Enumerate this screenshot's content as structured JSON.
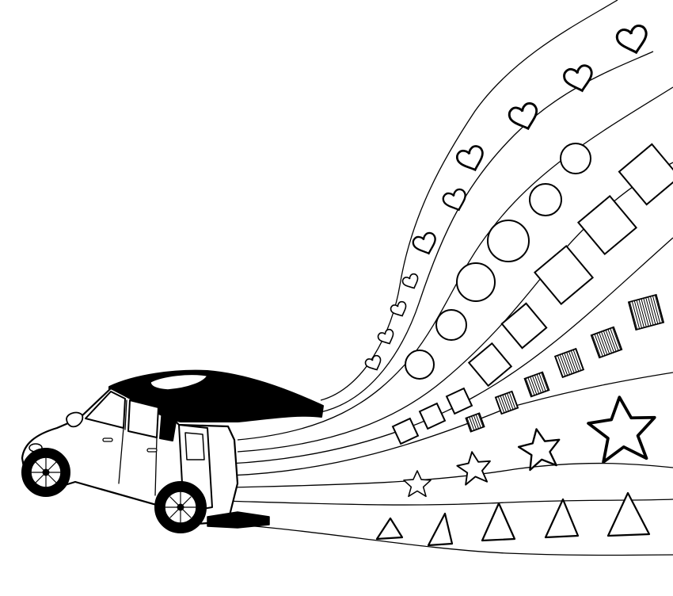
{
  "illustration": {
    "style": "black-and-white line drawing",
    "subject": "car",
    "colors": {
      "background": "#ffffff",
      "ink": "#000000"
    },
    "streams": [
      {
        "shape": "heart",
        "count": 11
      },
      {
        "shape": "circle",
        "count": 6
      },
      {
        "shape": "square",
        "count": 9
      },
      {
        "shape": "hatched-square",
        "count": 6
      },
      {
        "shape": "star",
        "count": 4
      },
      {
        "shape": "triangle",
        "count": 5
      }
    ]
  }
}
